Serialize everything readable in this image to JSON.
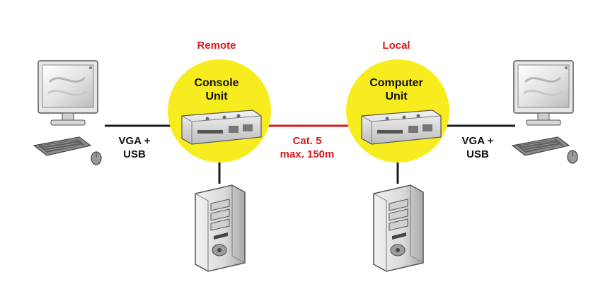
{
  "labels": {
    "remote": "Remote",
    "local": "Local",
    "console_line1": "Console",
    "console_line2": "Unit",
    "computer_line1": "Computer",
    "computer_line2": "Unit",
    "left_link_line1": "VGA +",
    "left_link_line2": "USB",
    "right_link_line1": "VGA +",
    "right_link_line2": "USB",
    "cable_line1": "Cat. 5",
    "cable_line2": "max. 150m"
  },
  "colors": {
    "accent_red": "#d7191c",
    "unit_yellow": "#f7ec1d",
    "line_black": "#1a1a1a",
    "text_black": "#111111"
  },
  "icons": [
    "monitor-icon",
    "keyboard-icon",
    "mouse-icon",
    "kvm-device-icon",
    "pc-tower-icon"
  ]
}
